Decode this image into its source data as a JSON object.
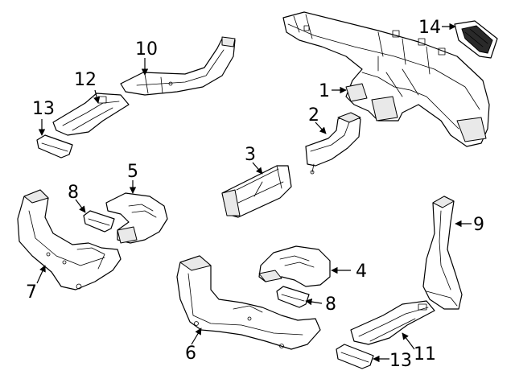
{
  "callouts": [
    {
      "id": "c1",
      "label": "1"
    },
    {
      "id": "c2",
      "label": "2"
    },
    {
      "id": "c3",
      "label": "3"
    },
    {
      "id": "c4",
      "label": "4"
    },
    {
      "id": "c5",
      "label": "5"
    },
    {
      "id": "c6",
      "label": "6"
    },
    {
      "id": "c7",
      "label": "7"
    },
    {
      "id": "c8a",
      "label": "8"
    },
    {
      "id": "c8b",
      "label": "8"
    },
    {
      "id": "c9",
      "label": "9"
    },
    {
      "id": "c10",
      "label": "10"
    },
    {
      "id": "c11",
      "label": "11"
    },
    {
      "id": "c12",
      "label": "12"
    },
    {
      "id": "c13a",
      "label": "13"
    },
    {
      "id": "c13b",
      "label": "13"
    },
    {
      "id": "c14",
      "label": "14"
    }
  ]
}
